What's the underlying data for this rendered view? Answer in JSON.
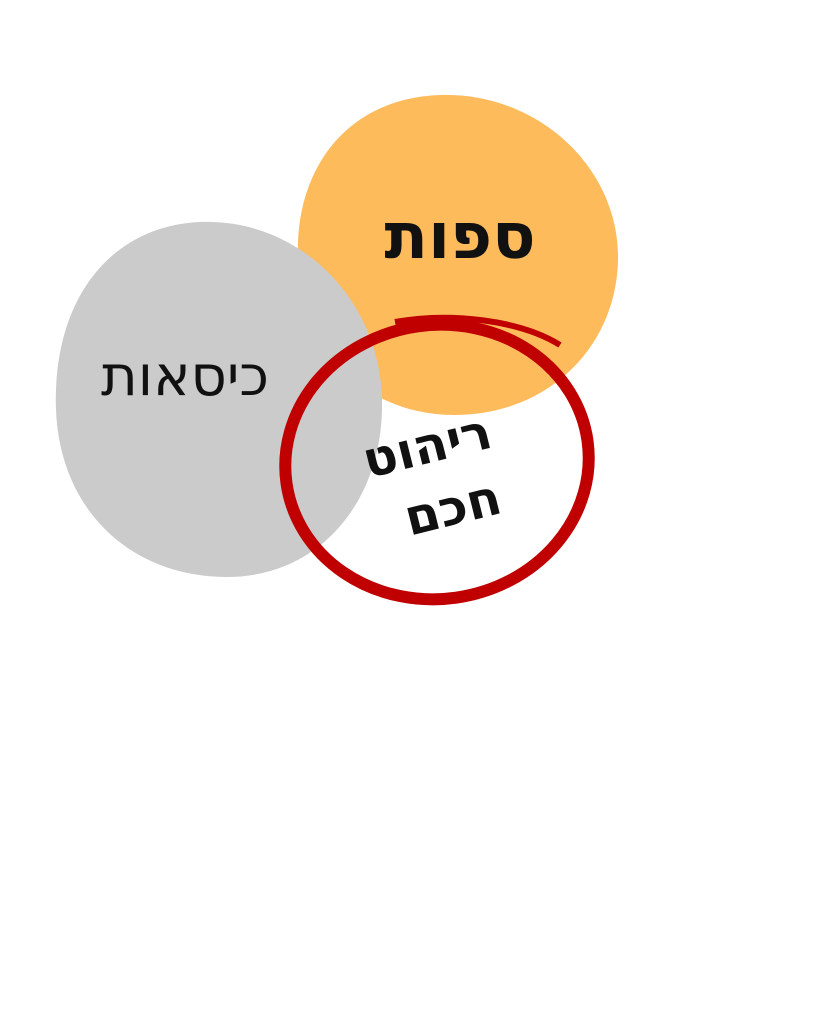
{
  "diagram": {
    "sets": [
      {
        "id": "sofas",
        "label": "ספות",
        "color": "#FDBB5C"
      },
      {
        "id": "chairs",
        "label": "כיסאות",
        "color": "#CBCBCB"
      }
    ],
    "intersection": {
      "label_line1": "ריהוט",
      "label_line2": "חכם",
      "ring_color": "#C00000"
    }
  }
}
